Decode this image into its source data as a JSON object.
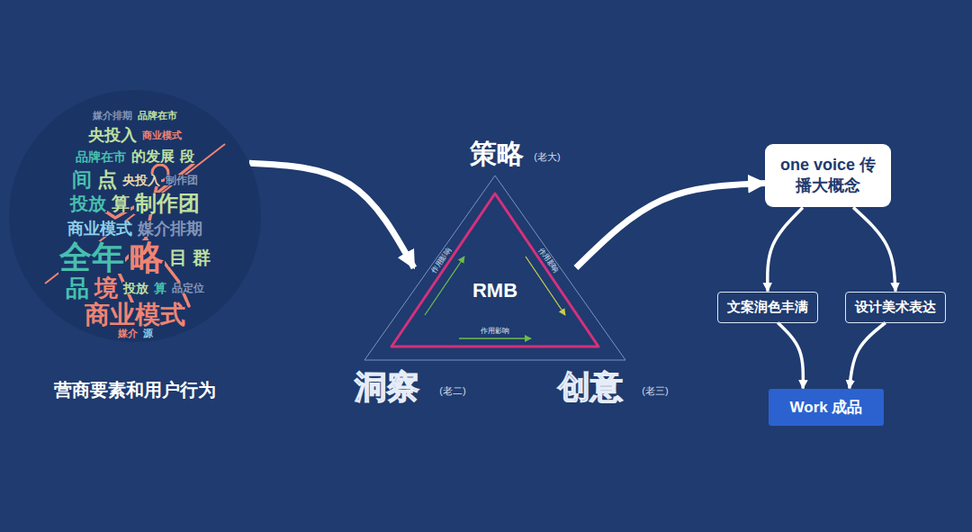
{
  "diagram": {
    "nodes": [
      {
        "text": [
          "营商要素和用户行为"
        ]
      },
      {
        "text": [
          "RMB"
        ]
      },
      {
        "text": [
          "one voice 传播大概念"
        ]
      },
      {
        "text": [
          "文案润色丰满"
        ]
      },
      {
        "text": [
          "设计美术表达"
        ]
      },
      {
        "text": [
          "Work 成品"
        ]
      }
    ],
    "edges": [
      {
        "from": 0,
        "to": 1,
        "arrow": "to"
      },
      {
        "from": 1,
        "to": 2,
        "arrow": "to"
      },
      {
        "from": 2,
        "to": 3,
        "arrow": "to"
      },
      {
        "from": 2,
        "to": 4,
        "arrow": "to"
      },
      {
        "from": 3,
        "to": 5,
        "arrow": "to"
      },
      {
        "from": 4,
        "to": 5,
        "arrow": "to"
      }
    ],
    "labels": [
      "媒介排期",
      "品牌在市",
      "央投入",
      "商业模式",
      "品牌在市",
      "的发展",
      "段",
      "间",
      "点",
      "央投入",
      "制作团",
      "投放",
      "算",
      "制作团",
      "商业模式",
      "媒介排期",
      "全年",
      "略",
      "目",
      "群",
      "品",
      "境",
      "投放",
      "算",
      "品定位",
      "商业模式",
      "媒介",
      "源",
      "策略",
      "(老大)",
      "洞察",
      "(老二)",
      "创意",
      "(老三)",
      "作用影响",
      "作用影响",
      "作用影响"
    ]
  }
}
